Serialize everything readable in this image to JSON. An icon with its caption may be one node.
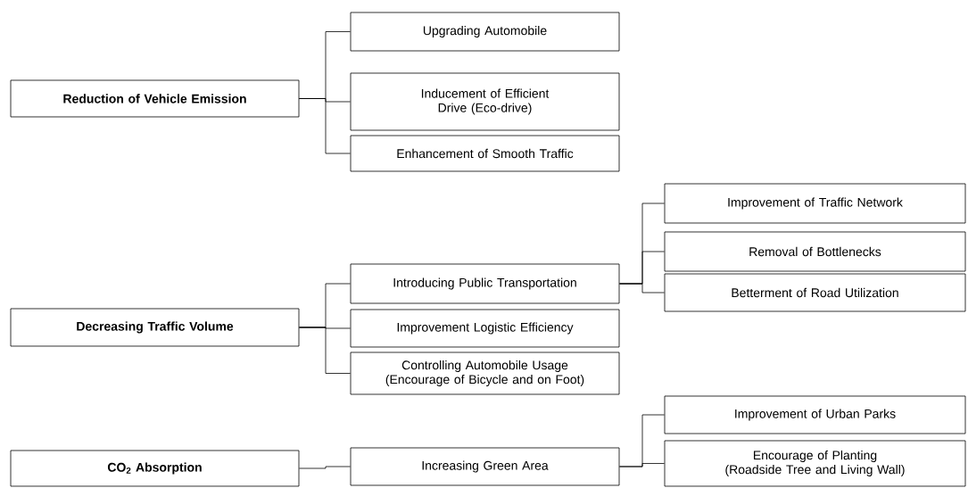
{
  "diagram": {
    "nodes": [
      {
        "text": [
          "Reduction of Vehicle Emission"
        ]
      },
      {
        "text": [
          "Upgrading Automobile"
        ]
      },
      {
        "text": [
          "Inducement of Efficient Drive (Eco-drive)"
        ]
      },
      {
        "text": [
          "Enhancement of Smooth Traffic"
        ]
      },
      {
        "text": [
          "Decreasing Traffic Volume"
        ]
      },
      {
        "text": [
          "Introducing Public Transportation"
        ]
      },
      {
        "text": [
          "Improvement Logistic Efficiency"
        ]
      },
      {
        "text": [
          "Controlling Automobile Usage (Encourage of Bicycle and on Foot)"
        ]
      },
      {
        "text": [
          "Improvement of Traffic Network"
        ]
      },
      {
        "text": [
          "Removal of Bottlenecks"
        ]
      },
      {
        "text": [
          "Betterment of Road Utilization"
        ]
      },
      {
        "text": [
          "CO$_{2}$ Absorption"
        ]
      },
      {
        "text": [
          "Increasing Green Area"
        ]
      },
      {
        "text": [
          "Improvement of Urban Parks"
        ]
      },
      {
        "text": [
          "Encourage of Planting (Roadside Tree and Living Wall)"
        ]
      }
    ],
    "edges": [
      {
        "from": 0,
        "to": 1,
        "arrow": "none"
      },
      {
        "from": 0,
        "to": 2,
        "arrow": "none"
      },
      {
        "from": 0,
        "to": 3,
        "arrow": "none"
      },
      {
        "from": 4,
        "to": 5,
        "arrow": "none"
      },
      {
        "from": 4,
        "to": 6,
        "arrow": "none"
      },
      {
        "from": 4,
        "to": 7,
        "arrow": "none"
      },
      {
        "from": 5,
        "to": 8,
        "arrow": "none"
      },
      {
        "from": 5,
        "to": 9,
        "arrow": "none"
      },
      {
        "from": 5,
        "to": 10,
        "arrow": "none"
      },
      {
        "from": 11,
        "to": 12,
        "arrow": "none"
      },
      {
        "from": 12,
        "to": 13,
        "arrow": "none"
      },
      {
        "from": 12,
        "to": 14,
        "arrow": "none"
      }
    ]
  }
}
